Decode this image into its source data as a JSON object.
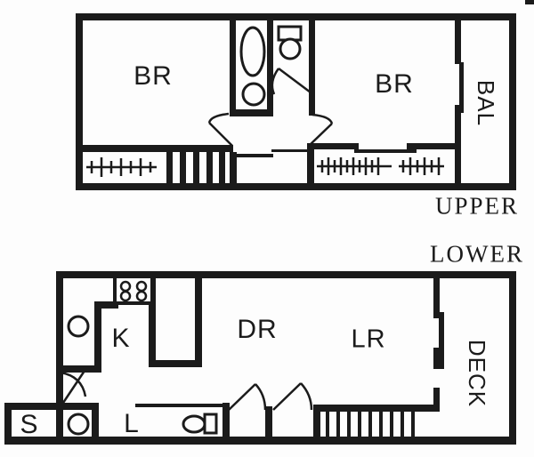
{
  "colors": {
    "ink": "#1b1b1b",
    "paper": "#fdfdfd"
  },
  "upper_plan": {
    "floor_label": "UPPER",
    "rooms": {
      "bedroom_left": "BR",
      "bedroom_right": "BR",
      "balcony": "BAL"
    },
    "fixtures": [
      "bathtub-icon",
      "sink-icon",
      "toilet-icon",
      "closet-rod-icon",
      "stairs-icon",
      "door-swing-icon",
      "sliding-door-icon"
    ]
  },
  "lower_plan": {
    "floor_label": "LOWER",
    "rooms": {
      "kitchen": "K",
      "dining_room": "DR",
      "living_room": "LR",
      "deck": "DECK",
      "storage": "S",
      "laundry": "L"
    },
    "fixtures": [
      "stove-icon",
      "sink-icon",
      "washer-icon",
      "toilet-icon",
      "stairs-icon",
      "door-swing-icon",
      "sliding-door-icon"
    ]
  }
}
